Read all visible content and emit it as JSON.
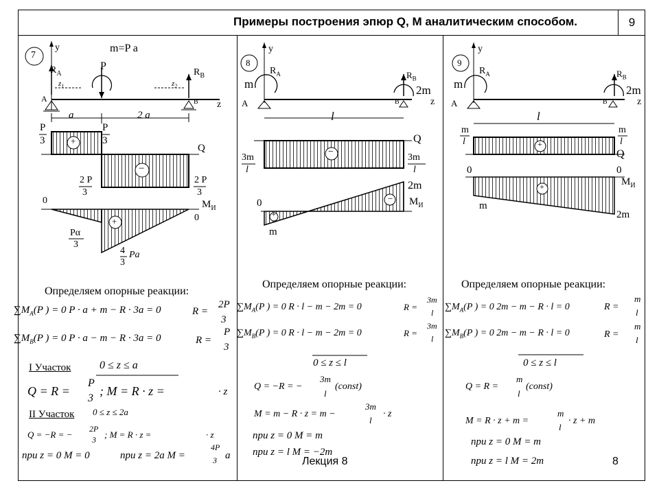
{
  "header": {
    "title": "Примеры построения эпюр Q, М аналитическим способом.",
    "slide_number": "9"
  },
  "footer": {
    "lecture": "Лекция 8",
    "page": "8"
  },
  "panel7": {
    "num": "7",
    "moment": "m=P a",
    "force": "P",
    "RA": "R",
    "RA_sub": "A",
    "RB": "R",
    "RB_sub": "B",
    "A": "A",
    "B": "B",
    "y": "y",
    "z": "z",
    "z1": "z",
    "z2": "z",
    "dim_a": "a",
    "dim_2a": "2 a",
    "q_left_num": "P",
    "q_left_den": "3",
    "q_mid_num": "P",
    "q_mid_den": "3",
    "q_low_num": "2 P",
    "q_low_den": "3",
    "q_right_num": "2 P",
    "q_right_den": "3",
    "q_label": "Q",
    "m_label": "М",
    "m_sub": "И",
    "m_zero_left": "0",
    "m_zero_right": "0",
    "m_left_num": "Pα",
    "m_left_den": "3",
    "m_bot_coef": "4",
    "m_bot_den": "3",
    "m_bot_tail": "Pa",
    "plus": "+",
    "minus": "−",
    "reactions_title": "Определяем опорные реакции:",
    "eq1": "M",
    "eq1_text": "(P ) = 0   P · a + m − R · 3a = 0",
    "eq1_res": "R  =",
    "eq1_frac_num": "2P",
    "eq1_frac_den": "3",
    "eq2_text": "(P ) = 0   P · a − m − R · 3a = 0",
    "eq2_res": "R  =",
    "eq2_frac_num": "P",
    "eq2_frac_den": "3",
    "part1": "I Участок",
    "part1_range": "0 ≤ z  ≤ a",
    "part1_eq": "Q = R  =",
    "part1_eq_num": "P",
    "part1_eq_den": "3",
    "part1_eq2": "; M  = R  · z  =",
    "part1_eq3": "· z",
    "part2": "II Участок",
    "part2_range": "0 ≤ z  ≤ 2a",
    "part2_eq": "Q = −R  = −",
    "part2_eq_num": "2P",
    "part2_eq_den": "3",
    "part2_eq2": "; M  = R  · z  =",
    "part2_eq3": "· z",
    "pri1": "при  z = 0   M  = 0",
    "pri2": "при  z = 2a   M  =",
    "pri2_num": "4P",
    "pri2_den": "3",
    "pri2_tail": "a"
  },
  "panel8": {
    "num": "8",
    "m_left": "m",
    "m_right": "2m",
    "RA": "R",
    "RB": "R",
    "A": "A",
    "B": "B",
    "y": "y",
    "z": "z",
    "span": "l",
    "q_left_num": "3m",
    "q_left_den": "l",
    "q_right_num": "3m",
    "q_right_den": "l",
    "q_label": "Q",
    "m_label": "М",
    "m_sub": "И",
    "m_right_val": "2m",
    "m_left_val": "m",
    "zero": "0",
    "reactions_title": "Определяем опорные реакции:",
    "eq1_text": "(P ) = 0   R  · l − m − 2m = 0",
    "eq1_res": "R  =",
    "eq1_num": "3m",
    "eq1_den": "l",
    "eq2_text": "(P ) = 0   R  · l − m − 2m = 0",
    "eq2_res": "R  =",
    "eq2_num": "3m",
    "eq2_den": "l",
    "range": "0 ≤ z ≤ l",
    "q_eq": "Q = −R  = −",
    "q_eq_num": "3m",
    "q_eq_den": "l",
    "q_eq_tail": "(const)",
    "m_eq": "M  = m − R  · z = m −",
    "m_eq_num": "3m",
    "m_eq_den": "l",
    "m_eq_tail": "· z",
    "pri1": "при    z = 0    M  = m",
    "pri2": "при    z = l    M  = −2m"
  },
  "panel9": {
    "num": "9",
    "m_left": "m",
    "m_right": "2m",
    "RA": "R",
    "RB": "R",
    "A": "A",
    "B": "B",
    "y": "y",
    "z": "z",
    "span": "l",
    "q_left_num": "m",
    "q_left_den": "l",
    "q_right_num": "m",
    "q_right_den": "l",
    "q_label": "Q",
    "m_label": "М",
    "m_sub": "И",
    "zero": "0",
    "m_left_val": "m",
    "m_right_val": "2m",
    "reactions_title": "Определяем опорные реакции:",
    "eq1_text": "(P ) = 0   2m − m − R  · l = 0",
    "eq1_res": "R  =",
    "eq1_num": "m",
    "eq1_den": "l",
    "eq2_text": "(P ) = 0   2m − m − R  · l = 0",
    "eq2_res": "R  =",
    "eq2_num": "m",
    "eq2_den": "l",
    "range": "0 ≤ z ≤ l",
    "q_eq": "Q = R  =",
    "q_eq_num": "m",
    "q_eq_den": "l",
    "q_eq_tail": "(const)",
    "m_eq": "M  = R  · z + m =",
    "m_eq_num": "m",
    "m_eq_den": "l",
    "m_eq_tail": "· z + m",
    "pri1": "при    z = 0    M  = m",
    "pri2": "при    z = l    M  = 2m"
  }
}
